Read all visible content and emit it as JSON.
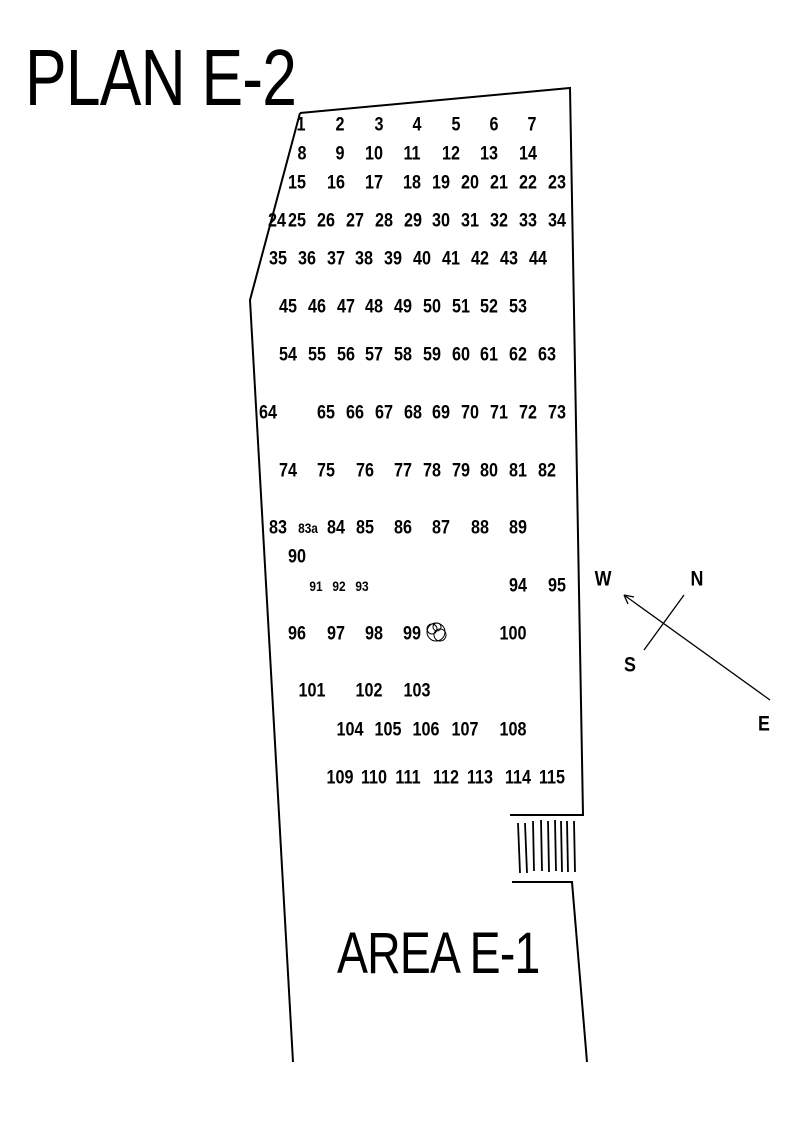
{
  "title": "PLAN E-2",
  "area_label": "AREA E-1",
  "plots": [
    "1",
    "2",
    "3",
    "4",
    "5",
    "6",
    "7",
    "8",
    "9",
    "10",
    "11",
    "12",
    "13",
    "14",
    "15",
    "16",
    "17",
    "18",
    "19",
    "20",
    "21",
    "22",
    "23",
    "24",
    "25",
    "26",
    "27",
    "28",
    "29",
    "30",
    "31",
    "32",
    "33",
    "34",
    "35",
    "36",
    "37",
    "38",
    "39",
    "40",
    "41",
    "42",
    "43",
    "44",
    "45",
    "46",
    "47",
    "48",
    "49",
    "50",
    "51",
    "52",
    "53",
    "54",
    "55",
    "56",
    "57",
    "58",
    "59",
    "60",
    "61",
    "62",
    "63",
    "64",
    "65",
    "66",
    "67",
    "68",
    "69",
    "70",
    "71",
    "72",
    "73",
    "74",
    "75",
    "76",
    "77",
    "78",
    "79",
    "80",
    "81",
    "82",
    "83",
    "83a",
    "84",
    "85",
    "86",
    "87",
    "88",
    "89",
    "90",
    "91",
    "92",
    "93",
    "94",
    "95",
    "96",
    "97",
    "98",
    "99",
    "100",
    "101",
    "102",
    "103",
    "104",
    "105",
    "106",
    "107",
    "108",
    "109",
    "110",
    "111",
    "112",
    "113",
    "114",
    "115"
  ],
  "compass": {
    "west": "W",
    "north": "N",
    "south": "S",
    "east": "E"
  }
}
